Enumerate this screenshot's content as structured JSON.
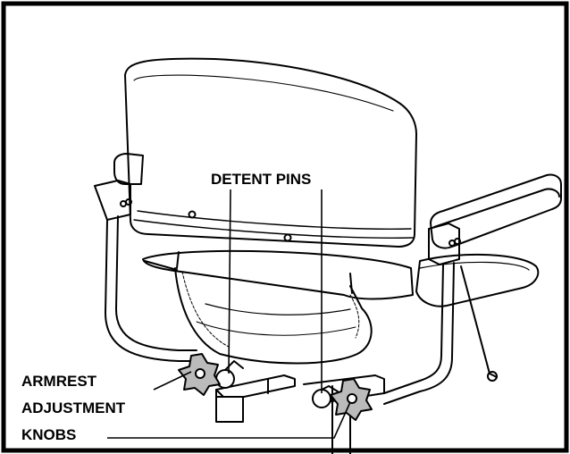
{
  "labels": {
    "detent_pins": "DETENT PINS",
    "armrest_line1": "ARMREST",
    "armrest_line2": "ADJUSTMENT",
    "armrest_line3": "KNOBS"
  }
}
